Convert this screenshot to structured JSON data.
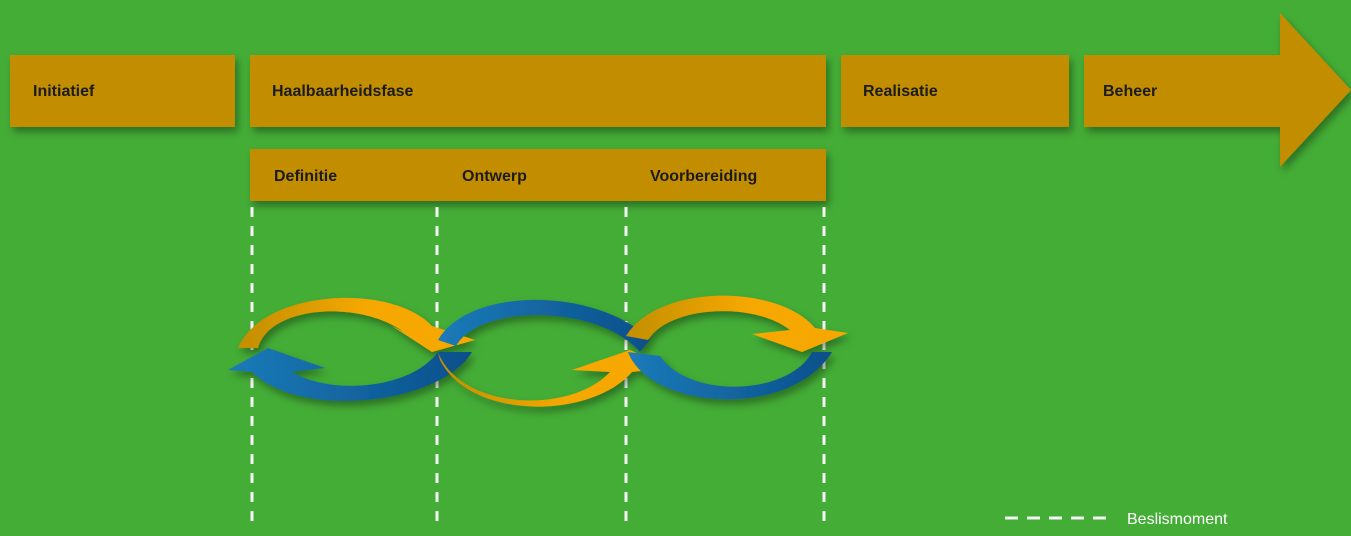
{
  "colors": {
    "background": "#44ad36",
    "phase_bar": "#c28e00",
    "arrow_orange": "#f6a800",
    "arrow_blue": "#0a5a96",
    "divider": "#f4f4f4"
  },
  "phases": {
    "initiatief": "Initiatief",
    "haalbaarheidsfase": "Haalbaarheidsfase",
    "realisatie": "Realisatie",
    "beheer": "Beheer"
  },
  "subphases": {
    "definitie": "Definitie",
    "ontwerp": "Ontwerp",
    "voorbereiding": "Voorbereiding"
  },
  "legend": {
    "label": "Beslismoment",
    "icon": "dashed-line-icon"
  }
}
